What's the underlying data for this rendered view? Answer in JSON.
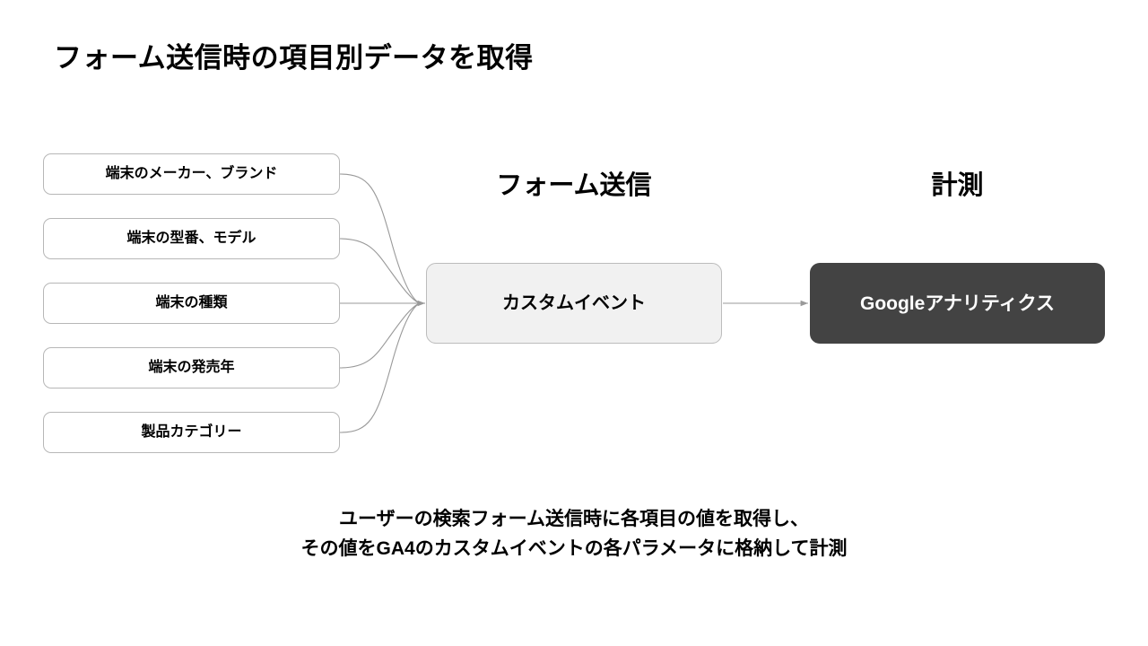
{
  "slide": {
    "title": "フォーム送信時の項目別データを取得",
    "background_color": "#ffffff"
  },
  "columns": {
    "center_header": "フォーム送信",
    "right_header": "計測"
  },
  "fields": {
    "items": [
      {
        "label": "端末のメーカー、ブランド"
      },
      {
        "label": "端末の型番、モデル"
      },
      {
        "label": "端末の種類"
      },
      {
        "label": "端末の発売年"
      },
      {
        "label": "製品カテゴリー"
      }
    ]
  },
  "nodes": {
    "event": {
      "label": "カスタムイベント",
      "fill_color": "#f1f1f1",
      "border_color": "#bcbcbc",
      "text_color": "#000000"
    },
    "analytics": {
      "label": "Googleアナリティクス",
      "fill_color": "#434343",
      "text_color": "#ffffff"
    }
  },
  "connectors": {
    "line_color": "#999999",
    "arrow_color": "#999999"
  },
  "caption": {
    "line1": "ユーザーの検索フォーム送信時に各項目の値を取得し、",
    "line2": "その値をGA4のカスタムイベントの各パラメータに格納して計測"
  }
}
